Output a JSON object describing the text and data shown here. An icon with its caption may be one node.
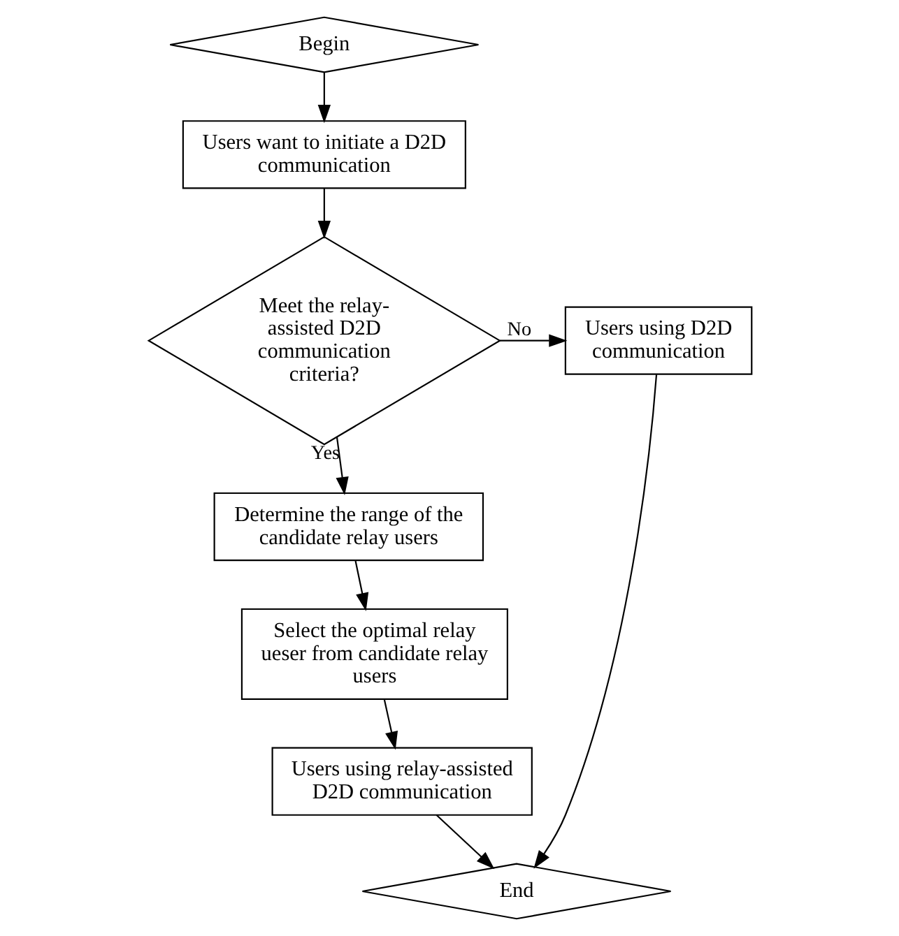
{
  "diagram": {
    "nodes": [
      {
        "text": [
          "Begin"
        ]
      },
      {
        "text": [
          "Users want to initiate a D2D communication"
        ]
      },
      {
        "text": [
          "Meet the relay-assisted D2D communication criteria?"
        ]
      },
      {
        "text": [
          "Users using D2D communication"
        ]
      },
      {
        "text": [
          "Determine the range of the candidate relay users"
        ]
      },
      {
        "text": [
          "Select the optimal relay ueser from candidate relay users"
        ]
      },
      {
        "text": [
          "Users using relay-assisted D2D communication"
        ]
      },
      {
        "text": [
          "End"
        ]
      }
    ],
    "edges": [
      {
        "from": 0,
        "to": 1,
        "arrow": "to"
      },
      {
        "from": 1,
        "to": 2,
        "arrow": "to"
      },
      {
        "from": 2,
        "to": 3,
        "arrow": "to",
        "label": "No"
      },
      {
        "from": 2,
        "to": 4,
        "arrow": "to",
        "label": "Yes"
      },
      {
        "from": 4,
        "to": 5,
        "arrow": "to"
      },
      {
        "from": 5,
        "to": 6,
        "arrow": "to"
      },
      {
        "from": 6,
        "to": 7,
        "arrow": "to"
      },
      {
        "from": 3,
        "to": 7,
        "arrow": "to"
      }
    ]
  }
}
